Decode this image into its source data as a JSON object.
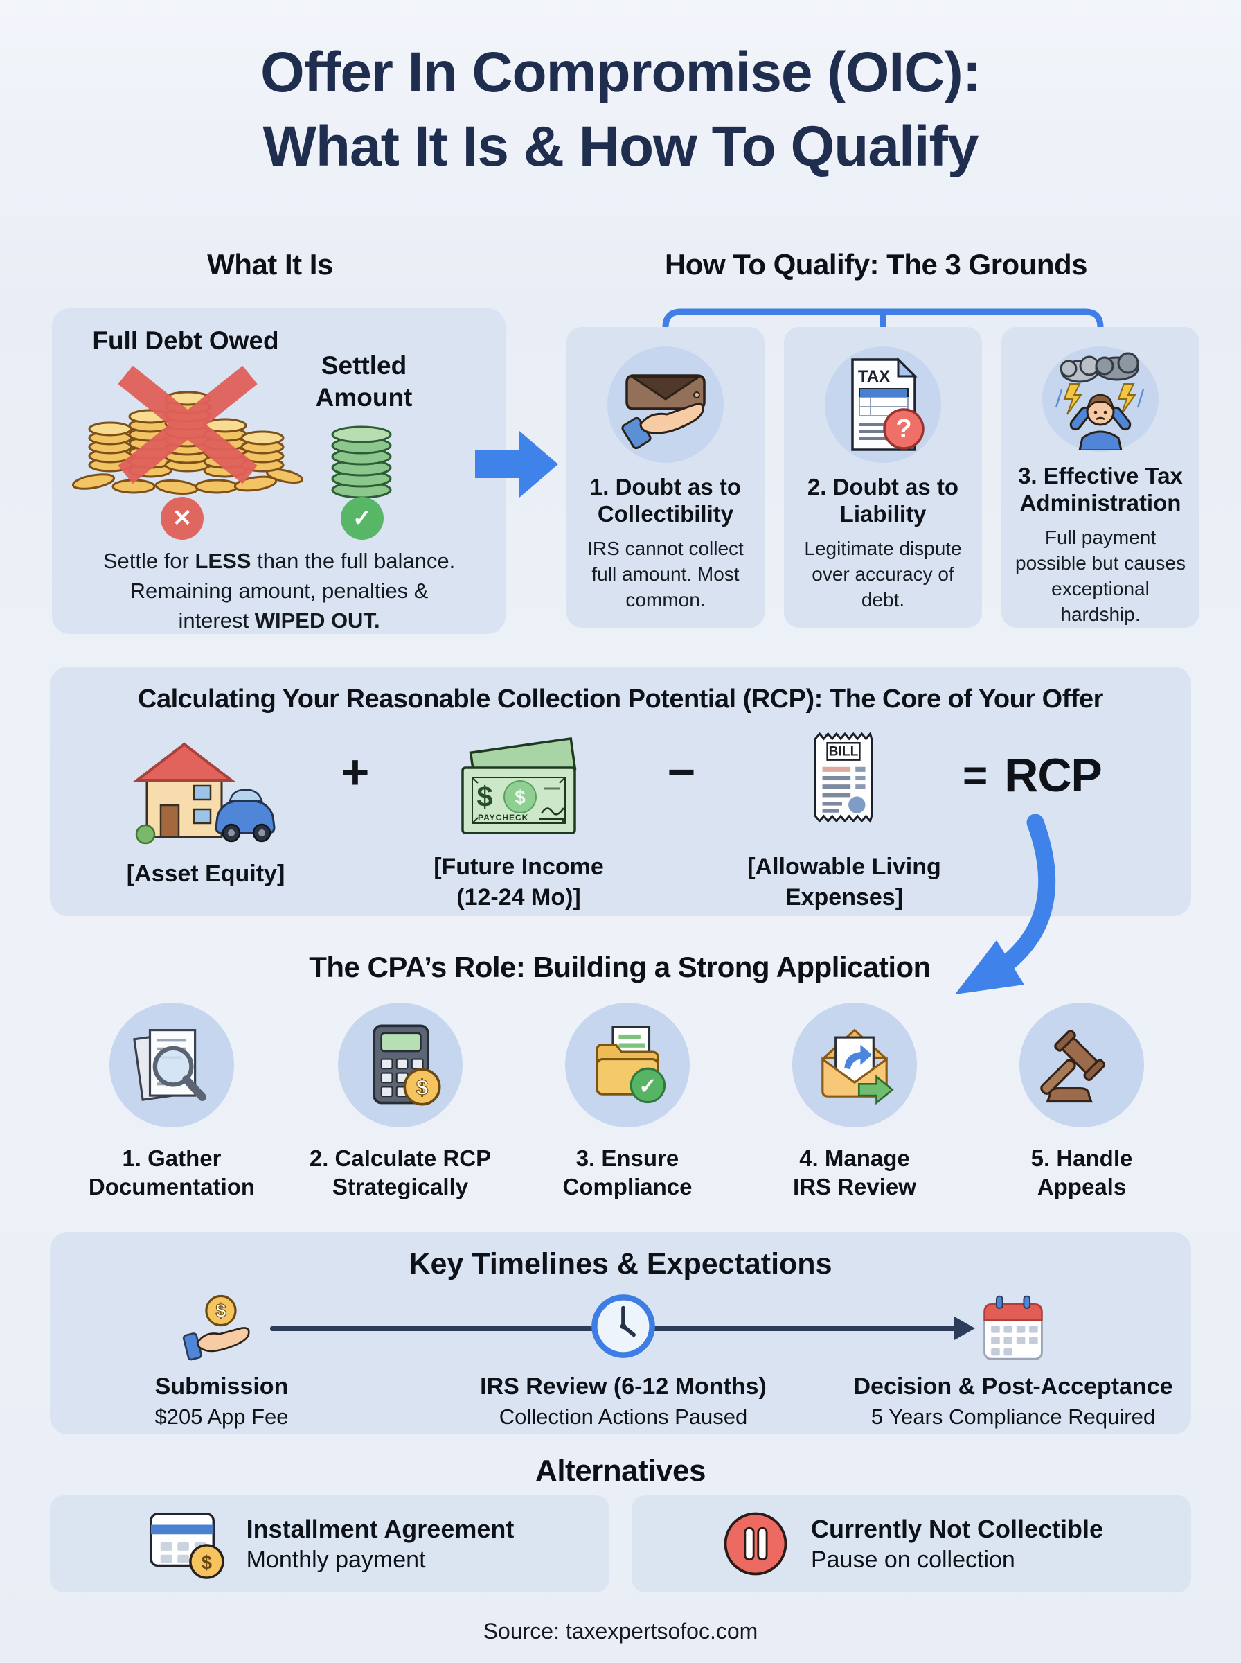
{
  "colors": {
    "accent_blue": "#3f83ea",
    "title_navy": "#1f2d4f",
    "panel_bg": "#d9e3f1",
    "icon_circle_bg": "#c5d6ee",
    "alert_red": "#e06760",
    "success_green": "#57b766",
    "coin_gold": "#f3c463",
    "timeline_navy": "#2c3c5a"
  },
  "title": {
    "line1": "Offer In Compromise (OIC):",
    "line2": "What It Is & How To Qualify"
  },
  "what_it_is": {
    "heading": "What It Is",
    "full_debt_label": "Full Debt Owed",
    "settled_line1": "Settled",
    "settled_line2": "Amount",
    "cross_mark": "✕",
    "check_mark": "✓",
    "desc_1a": "Settle for ",
    "desc_1b": "LESS",
    "desc_1c": " than the full balance.",
    "desc_2": "Remaining amount, penalties &",
    "desc_3a": "interest ",
    "desc_3b": "WIPED OUT."
  },
  "qualify": {
    "heading": "How To Qualify: The 3 Grounds",
    "cards": [
      {
        "title1": "1. Doubt as to",
        "title2": "Collectibility",
        "desc": "IRS cannot collect full amount. Most common."
      },
      {
        "title1": "2. Doubt as to",
        "title2": "Liability",
        "desc": "Legitimate dispute over accuracy of debt.",
        "tax_label": "TAX",
        "question_mark": "?"
      },
      {
        "title1": "3. Effective Tax",
        "title2": "Administration",
        "desc": "Full payment possible but causes exceptional hardship."
      }
    ]
  },
  "rcp": {
    "heading": "Calculating Your Reasonable Collection Potential (RCP): The Core of Your Offer",
    "asset_label": "[Asset Equity]",
    "plus": "+",
    "future_line1": "[Future Income",
    "future_line2": "(12-24 Mo)]",
    "minus": "−",
    "expenses_line1": "[Allowable Living",
    "expenses_line2": "Expenses]",
    "equals": "=",
    "result": "RCP",
    "paycheck_label": "PAYCHECK",
    "paycheck_dollar": "$",
    "bill_label": "BILL"
  },
  "cpa": {
    "heading": "The CPA’s Role: Building a Strong Application",
    "steps": [
      {
        "line1": "1. Gather",
        "line2": "Documentation"
      },
      {
        "line1": "2. Calculate RCP",
        "line2": "Strategically",
        "dollar": "$"
      },
      {
        "line1": "3. Ensure",
        "line2": "Compliance",
        "check": "✓"
      },
      {
        "line1": "4. Manage",
        "line2": "IRS Review"
      },
      {
        "line1": "5. Handle",
        "line2": "Appeals"
      }
    ]
  },
  "timeline": {
    "heading": "Key Timelines & Expectations",
    "milestones": [
      {
        "title": "Submission",
        "sub": "$205 App Fee",
        "dollar": "$"
      },
      {
        "title": "IRS Review (6-12 Months)",
        "sub": "Collection Actions Paused"
      },
      {
        "title": "Decision & Post-Acceptance",
        "sub": "5 Years Compliance Required"
      }
    ]
  },
  "alternatives": {
    "heading": "Alternatives",
    "options": [
      {
        "title": "Installment Agreement",
        "sub": "Monthly payment",
        "dollar": "$"
      },
      {
        "title": "Currently Not Collectible",
        "sub": "Pause on collection"
      }
    ]
  },
  "footer": {
    "source": "Source: taxexpertsofoc.com"
  }
}
